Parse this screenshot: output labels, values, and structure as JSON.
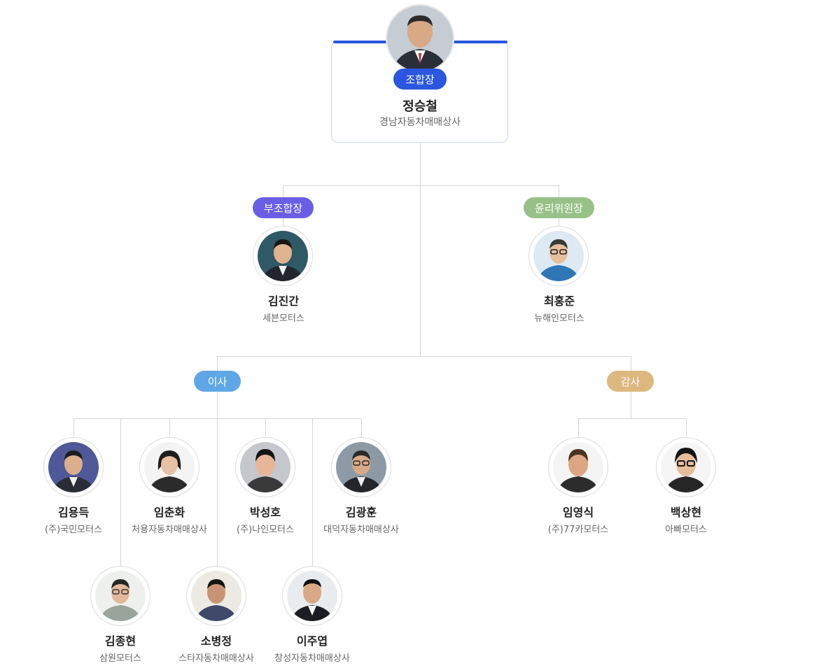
{
  "chief": {
    "role": "조합장",
    "name": "정승철",
    "company": "경남자동차매매상사"
  },
  "vice": {
    "role": "부조합장",
    "name": "김진간",
    "company": "세븐모터스"
  },
  "ethics": {
    "role": "윤리위원장",
    "name": "최홍준",
    "company": "뉴해인모터스"
  },
  "directors_role": "이사",
  "auditors_role": "감사",
  "directors": [
    {
      "name": "김용득",
      "company": "(주)국민모터스"
    },
    {
      "name": "임춘화",
      "company": "처용자동차매매상사"
    },
    {
      "name": "박성호",
      "company": "(주)나인모터스"
    },
    {
      "name": "김광훈",
      "company": "대덕자동차매매상사"
    },
    {
      "name": "김종현",
      "company": "삼원모터스"
    },
    {
      "name": "소병정",
      "company": "스타자동차매매상사"
    },
    {
      "name": "이주엽",
      "company": "창성자동차매매상사"
    }
  ],
  "auditors": [
    {
      "name": "임영식",
      "company": "(주)77카모터스"
    },
    {
      "name": "백상현",
      "company": "아빠모터스"
    }
  ],
  "colors": {
    "chief": "#2a56e0",
    "vice": "#6a5ee6",
    "ethics": "#98c189",
    "directors": "#5fa6e6",
    "auditors": "#dcb87f"
  }
}
